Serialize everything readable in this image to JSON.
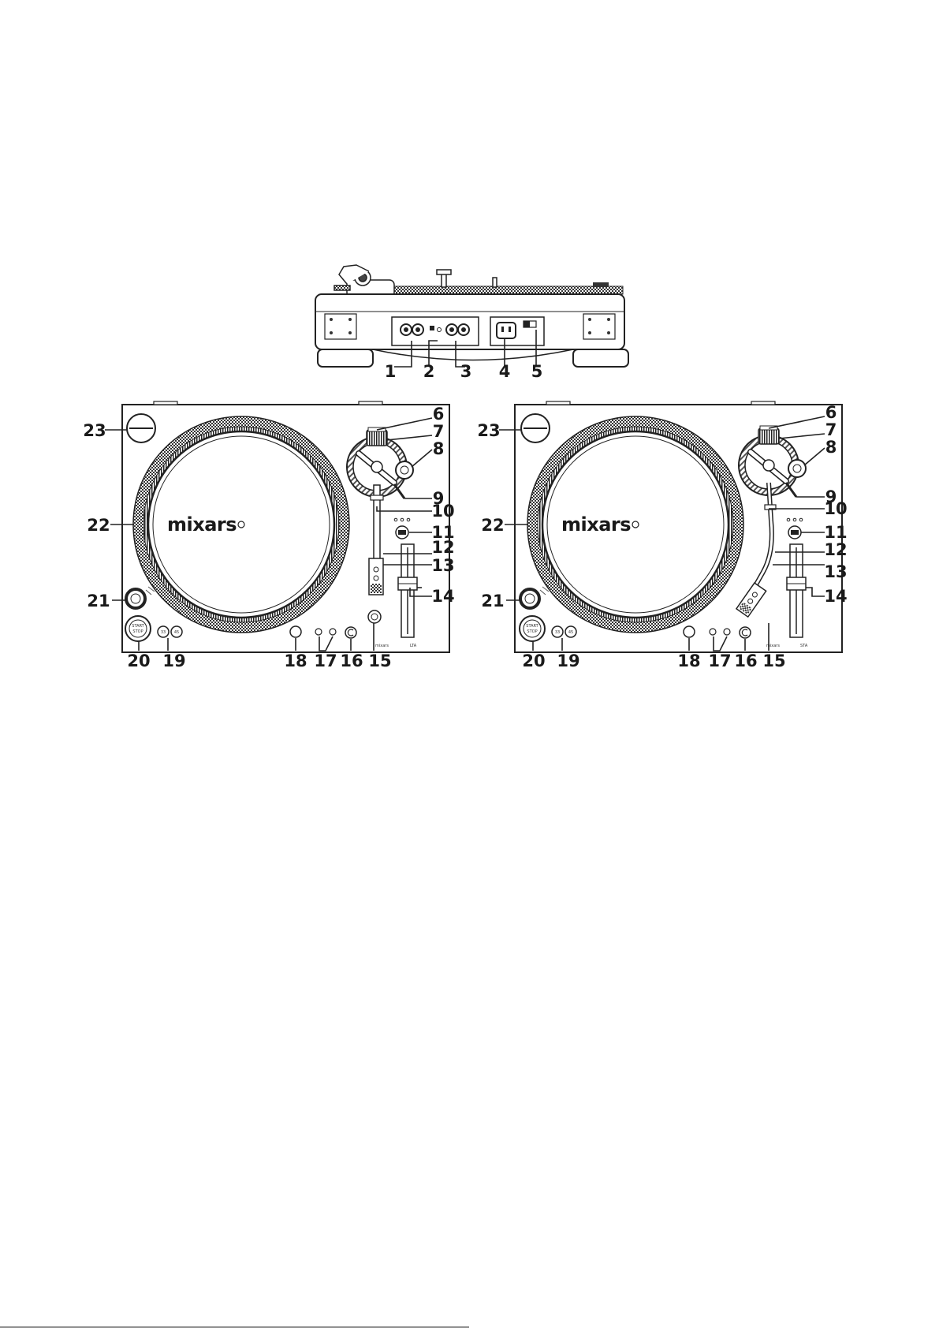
{
  "brand": "mixars",
  "rear_callouts": [
    "1",
    "2",
    "3",
    "4",
    "5"
  ],
  "left_deck": {
    "callouts": [
      "23",
      "22",
      "21",
      "20",
      "19",
      "18",
      "17",
      "16",
      "15",
      "14",
      "13",
      "12",
      "11",
      "10",
      "9",
      "8",
      "7",
      "6"
    ],
    "model_label": "LTA"
  },
  "right_deck": {
    "callouts": [
      "23",
      "22",
      "21",
      "20",
      "19",
      "18",
      "17",
      "16",
      "15",
      "14",
      "13",
      "12",
      "11",
      "10",
      "9",
      "8",
      "7",
      "6"
    ],
    "model_label": "STA"
  },
  "button_labels": {
    "start_stop_line1": "START",
    "start_stop_line2": "STOP",
    "speed_33": "33",
    "speed_45": "45"
  }
}
